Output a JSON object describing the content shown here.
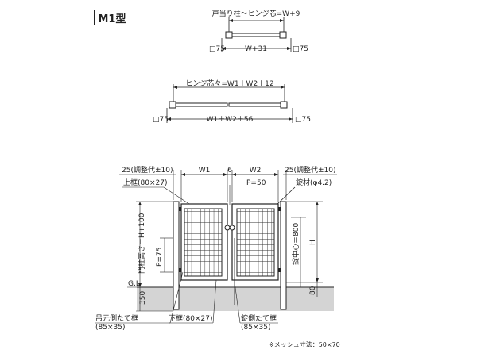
{
  "title": "M1型",
  "top_plan": {
    "dim_top": "戸当り柱～ヒンジ芯=W+9",
    "dim_bottom": "W+31",
    "post_left": "□75",
    "post_right": "□75"
  },
  "double_plan": {
    "dim_top": "ヒンジ芯々=W1＋W2＋12",
    "dim_bottom": "W1＋W2＋56",
    "post_left": "□75",
    "post_right": "□75"
  },
  "elevation": {
    "gap_left": "25(調整代±10)",
    "gap_right": "25(調整代±10)",
    "w1": "W1",
    "w2": "W2",
    "center_gap": "6",
    "top_frame": "上框(80×27)",
    "p50": "P=50",
    "lock_rod": "錠材(φ4.2)",
    "post_height": "門柱高さ＝H+100",
    "p75": "P=75",
    "h": "H",
    "lock_center": "錠中心＝800",
    "gl": "G.L",
    "depth_350": "350",
    "h80": "80",
    "hinge_stile": "吊元側たて框",
    "hinge_stile_size": "(85×35)",
    "bottom_frame": "下框(80×27)",
    "lock_stile": "錠側たて框",
    "lock_stile_size": "(85×35)",
    "note": "※メッシュ寸法：50×70"
  }
}
